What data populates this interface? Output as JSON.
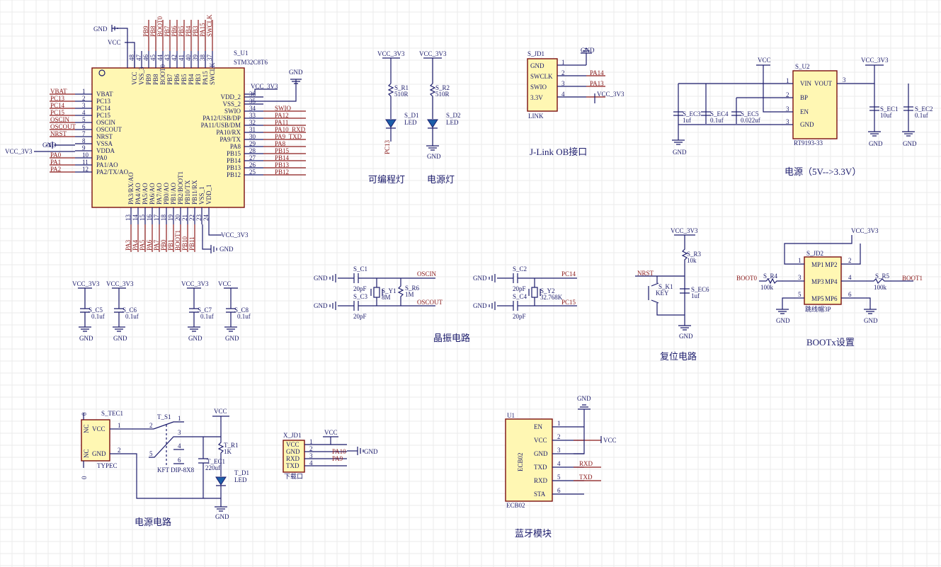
{
  "mcu": {
    "ref": "S_U1",
    "part": "STM32C8T6",
    "left_pins": [
      {
        "num": "1",
        "name": "VBAT",
        "net": "VBAT"
      },
      {
        "num": "2",
        "name": "PC13",
        "net": "PC13"
      },
      {
        "num": "3",
        "name": "PC14",
        "net": "PC14"
      },
      {
        "num": "4",
        "name": "PC15",
        "net": "PC15"
      },
      {
        "num": "5",
        "name": "OSCIN",
        "net": "OSCIN"
      },
      {
        "num": "6",
        "name": "OSCOUT",
        "net": "OSCOUT"
      },
      {
        "num": "7",
        "name": "NRST",
        "net": "NRST"
      },
      {
        "num": "8",
        "name": "VSSA",
        "net": "GND"
      },
      {
        "num": "9",
        "name": "VDDA",
        "net": "VCC_3V3"
      },
      {
        "num": "10",
        "name": "PA0",
        "net": "PA0"
      },
      {
        "num": "11",
        "name": "PA1/AO",
        "net": "PA1"
      },
      {
        "num": "12",
        "name": "PA2/TX/AO",
        "net": "PA2"
      }
    ],
    "right_pins": [
      {
        "num": "36",
        "name": "VDD_2",
        "net": "VCC_3V3"
      },
      {
        "num": "35",
        "name": "VSS_2",
        "net": ""
      },
      {
        "num": "34",
        "name": "SWIO",
        "net": "SWIO"
      },
      {
        "num": "33",
        "name": "PA12/USB/DP",
        "net": "PA12"
      },
      {
        "num": "32",
        "name": "PA11/USB/DM",
        "net": "PA11"
      },
      {
        "num": "31",
        "name": "PA10/RX",
        "net": "PA10_RXD"
      },
      {
        "num": "30",
        "name": "PA9/TX",
        "net": "PA9_TXD"
      },
      {
        "num": "29",
        "name": "PA8",
        "net": "PA8"
      },
      {
        "num": "28",
        "name": "PB15",
        "net": "PB15"
      },
      {
        "num": "27",
        "name": "PB14",
        "net": "PB14"
      },
      {
        "num": "26",
        "name": "PB13",
        "net": "PB13"
      },
      {
        "num": "25",
        "name": "PB12",
        "net": "PB12"
      }
    ],
    "top_pins": [
      {
        "num": "48",
        "name": "VCC",
        "net": "VCC"
      },
      {
        "num": "47",
        "name": "VSS_3",
        "net": "GND"
      },
      {
        "num": "46",
        "name": "PB9",
        "net": "PB9"
      },
      {
        "num": "45",
        "name": "PB8",
        "net": "PB8"
      },
      {
        "num": "44",
        "name": "BOOT0",
        "net": "BOOT0"
      },
      {
        "num": "43",
        "name": "PB7",
        "net": "PB7"
      },
      {
        "num": "42",
        "name": "PB6",
        "net": "PB6"
      },
      {
        "num": "41",
        "name": "PB5",
        "net": "PB5"
      },
      {
        "num": "40",
        "name": "PB4",
        "net": "PB4"
      },
      {
        "num": "39",
        "name": "PB3",
        "net": "PB3"
      },
      {
        "num": "38",
        "name": "PA15",
        "net": "PA15"
      },
      {
        "num": "37",
        "name": "SWCLK",
        "net": "SWCLK"
      }
    ],
    "bottom_pins": [
      {
        "num": "13",
        "name": "PA3/RX/AO",
        "net": "PA3"
      },
      {
        "num": "14",
        "name": "PA4/AO",
        "net": "PA4"
      },
      {
        "num": "15",
        "name": "PA5/AO",
        "net": "PA5"
      },
      {
        "num": "16",
        "name": "PA6/AO",
        "net": "PA6"
      },
      {
        "num": "17",
        "name": "PA7/AO",
        "net": "PA7"
      },
      {
        "num": "18",
        "name": "PB0/AO",
        "net": "PB0"
      },
      {
        "num": "19",
        "name": "PB1/AO",
        "net": "PB1"
      },
      {
        "num": "20",
        "name": "PB2/BOOT1",
        "net": "BOOT1"
      },
      {
        "num": "21",
        "name": "PB10/TX",
        "net": "PB10"
      },
      {
        "num": "22",
        "name": "PB11/RX",
        "net": "PB11"
      },
      {
        "num": "23",
        "name": "VSS_1",
        "net": "GND"
      },
      {
        "num": "24",
        "name": "VDD_1",
        "net": "VCC_3V3"
      }
    ],
    "labels": {
      "gnd": "GND",
      "vcc": "VCC",
      "vcc33": "VCC_3V3"
    }
  },
  "leds": {
    "title_prog": "可编程灯",
    "title_power": "电源灯",
    "r1_ref": "S_R1",
    "r1_val": "510R",
    "r2_ref": "S_R2",
    "r2_val": "510R",
    "d1_ref": "S_D1",
    "d1_val": "LED",
    "d2_ref": "S_D2",
    "d2_val": "LED",
    "net_pc13": "PC13",
    "vcc": "VCC_3V3",
    "gnd": "GND"
  },
  "jlink": {
    "ref": "S_JD1",
    "part": "LINK",
    "title": "J-Link OB接口",
    "pins": [
      {
        "num": "1",
        "name": "GND",
        "net": ""
      },
      {
        "num": "2",
        "name": "SWCLK",
        "net": "PA14"
      },
      {
        "num": "3",
        "name": "SWIO",
        "net": "PA13"
      },
      {
        "num": "4",
        "name": "3.3V",
        "net": "VCC_3V3"
      }
    ],
    "gnd": "GND"
  },
  "regulator": {
    "title": "电源（5V-->3.3V）",
    "ref": "S_U2",
    "part": "RT9193-33",
    "pins_left": [
      {
        "num": "1",
        "name": "VIN"
      },
      {
        "num": "2",
        "name": "BP"
      },
      {
        "num": "3",
        "name": "EN"
      },
      {
        "num": "3",
        "name": "GND"
      }
    ],
    "pin_right": {
      "num": "3",
      "name": "VOUT"
    },
    "caps": [
      {
        "ref": "S_EC3",
        "val": "1uf"
      },
      {
        "ref": "S_EC4",
        "val": "0.1uf"
      },
      {
        "ref": "S_EC5",
        "val": "0.022uf"
      },
      {
        "ref": "S_EC1",
        "val": "10uf"
      },
      {
        "ref": "S_EC2",
        "val": "0.1uf"
      }
    ],
    "vcc": "VCC",
    "vcc33": "VCC_3V3",
    "gnd": "GND"
  },
  "decoupling": {
    "caps": [
      {
        "ref": "S_C5",
        "val": "0.1uf",
        "rail": "VCC_3V3"
      },
      {
        "ref": "S_C6",
        "val": "0.1uf",
        "rail": "VCC_3V3"
      },
      {
        "ref": "S_C7",
        "val": "0.1uf",
        "rail": "VCC_3V3"
      },
      {
        "ref": "S_C8",
        "val": "0.1uf",
        "rail": "VCC"
      }
    ],
    "gnd": "GND"
  },
  "crystal": {
    "title": "晶振电路",
    "c1_ref": "S_C1",
    "c1_val": "20pF",
    "c3_ref": "S_C3",
    "c3_val": "20pF",
    "y1_ref": "S_Y1",
    "y1_val": "8M",
    "r6_ref": "S_R6",
    "r6_val": "1M",
    "c2_ref": "S_C2",
    "c2_val": "20pF",
    "c4_ref": "S_C4",
    "c4_val": "20pF",
    "y2_ref": "S_Y2",
    "y2_val": "32.768K",
    "nets": {
      "oscin": "OSCIN",
      "oscout": "OSCOUT",
      "pc14": "PC14",
      "pc15": "PC15"
    },
    "gnd": "GND"
  },
  "reset": {
    "title": "复位电路",
    "r3_ref": "S_R3",
    "r3_val": "10k",
    "k1_ref": "S_K1",
    "k1_val": "KEY",
    "ec6_ref": "S_EC6",
    "ec6_val": "1uf",
    "net": "NRST",
    "vcc": "VCC_3V3",
    "gnd": "GND"
  },
  "boot": {
    "title": "BOOTx设置",
    "ref": "S_JD2",
    "part": "跳线帽3P",
    "pins": [
      {
        "num": "1",
        "name": "MP1"
      },
      {
        "num": "2",
        "name": "MP2"
      },
      {
        "num": "3",
        "name": "MP3"
      },
      {
        "num": "4",
        "name": "MP4"
      },
      {
        "num": "5",
        "name": "MP5"
      },
      {
        "num": "6",
        "name": "MP6"
      }
    ],
    "r4_ref": "S_R4",
    "r4_val": "100k",
    "r5_ref": "S_R5",
    "r5_val": "100k",
    "net_boot0": "BOOT0",
    "net_boot1": "BOOT1",
    "vcc": "VCC_3V3",
    "gnd": "GND"
  },
  "usb_power": {
    "title": "电源电路",
    "conn_ref": "S_TEC1",
    "conn_part": "TYPEC",
    "conn_pins": [
      {
        "num": "1",
        "name": "VCC",
        "side": "NC"
      },
      {
        "num": "2",
        "name": "GND",
        "side": "NC"
      }
    ],
    "conn_zero_top": "0",
    "conn_zero_bottom": "0",
    "switch_ref": "T_S1",
    "switch_part": "KFT DIP-8X8",
    "switch_pins": [
      "1",
      "2",
      "3",
      "4",
      "5",
      "6"
    ],
    "r1_ref": "T_R1",
    "r1_val": "1K",
    "ec1_ref": "T_EC1",
    "ec1_val": "220uf",
    "d1_ref": "T_D1",
    "d1_val": "LED",
    "vcc": "VCC",
    "gnd": "GND"
  },
  "download": {
    "ref": "X_JD1",
    "part": "下载口",
    "pins": [
      {
        "num": "1",
        "name": "VCC",
        "net": ""
      },
      {
        "num": "2",
        "name": "GND",
        "net": "PA10"
      },
      {
        "num": "3",
        "name": "RXD",
        "net": "PA9"
      },
      {
        "num": "4",
        "name": "TXD",
        "net": ""
      }
    ],
    "vcc": "VCC",
    "gnd": "GND"
  },
  "bluetooth": {
    "title": "蓝牙模块",
    "ref": "U1",
    "part": "ECB02",
    "body_label": "ECB02",
    "pins": [
      {
        "num": "1",
        "name": "EN",
        "net": ""
      },
      {
        "num": "2",
        "name": "VCC",
        "net": "VCC"
      },
      {
        "num": "3",
        "name": "GND",
        "net": ""
      },
      {
        "num": "4",
        "name": "TXD",
        "net": "RXD"
      },
      {
        "num": "5",
        "name": "RXD",
        "net": "TXD"
      },
      {
        "num": "6",
        "name": "STA",
        "net": ""
      }
    ],
    "gnd": "GND"
  }
}
